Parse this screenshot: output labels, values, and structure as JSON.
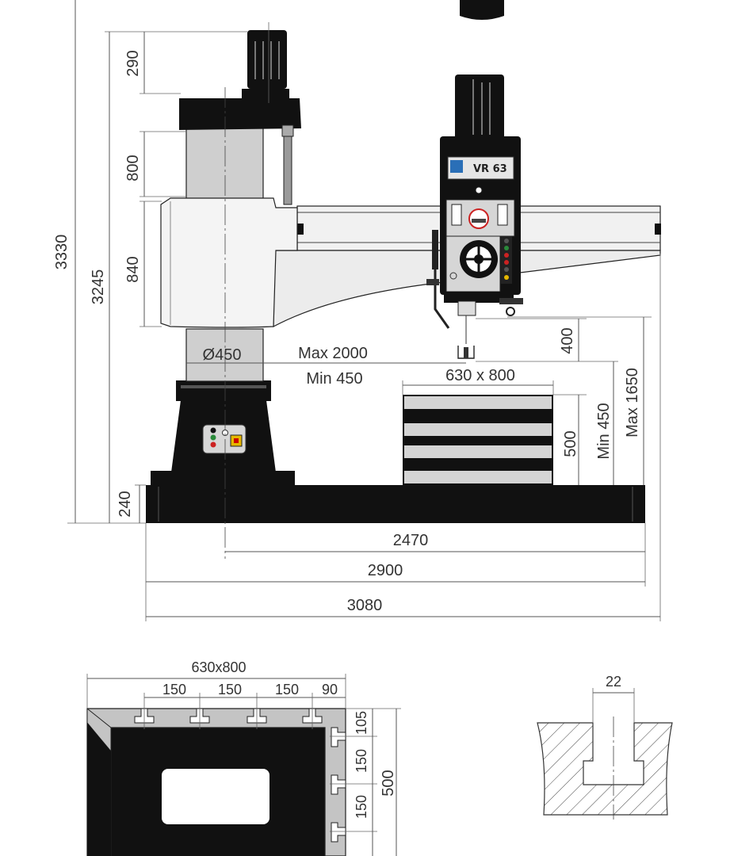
{
  "model_label": "VR 63",
  "side_view": {
    "dimensions": {
      "total_height": "3330",
      "arm_top_height": "3245",
      "motor_height": "290",
      "column_upper": "800",
      "arm_block": "840",
      "column_diameter": "Ø450",
      "max_reach": "Max 2000",
      "min_reach": "Min 450",
      "table_size": "630 x 800",
      "spindle_stroke": "400",
      "table_height": "500",
      "min_spindle_table": "Min 450",
      "max_spindle_base": "Max 1650",
      "base_height": "240",
      "base_length_from_column": "2470",
      "base_length": "2900",
      "overall_length": "3080"
    }
  },
  "table_detail": {
    "dimensions": {
      "table_size": "630x800",
      "slot_spacing_1": "150",
      "slot_spacing_2": "150",
      "slot_spacing_3": "150",
      "slot_end": "90",
      "side_spacing_top": "105",
      "side_spacing_mid": "150",
      "side_spacing_low": "150",
      "height": "500"
    }
  },
  "tslot_detail": {
    "dimensions": {
      "slot_width": "22"
    }
  }
}
